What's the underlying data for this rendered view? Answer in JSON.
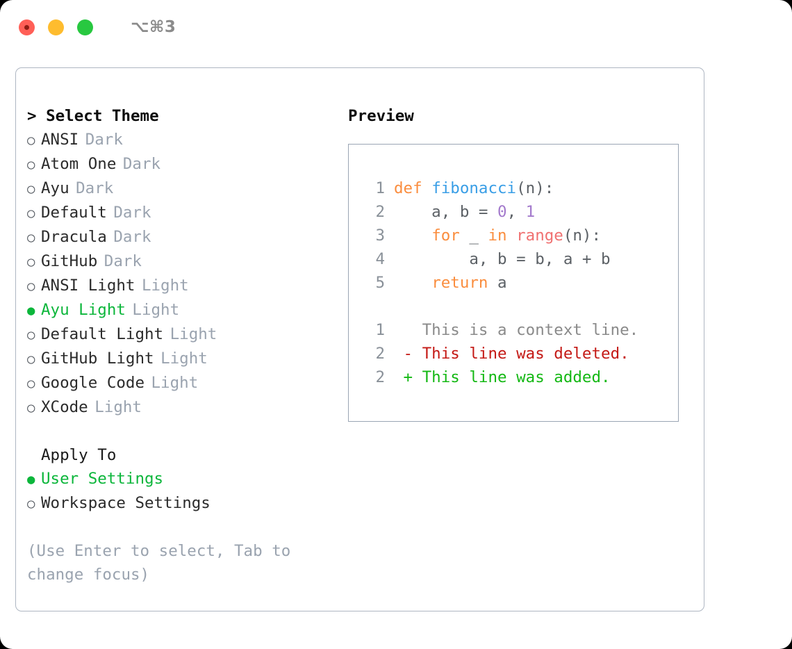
{
  "window": {
    "traffic_lights": [
      "close",
      "minimize",
      "zoom"
    ],
    "shortcut": "⌥⌘3"
  },
  "theme_list": {
    "header": "Select Theme",
    "caret": ">",
    "marker_selected": "●",
    "marker_unselected": "○",
    "items": [
      {
        "label": "ANSI",
        "tag": "Dark",
        "selected": false
      },
      {
        "label": "Atom One",
        "tag": "Dark",
        "selected": false
      },
      {
        "label": "Ayu",
        "tag": "Dark",
        "selected": false
      },
      {
        "label": "Default",
        "tag": "Dark",
        "selected": false
      },
      {
        "label": "Dracula",
        "tag": "Dark",
        "selected": false
      },
      {
        "label": "GitHub",
        "tag": "Dark",
        "selected": false
      },
      {
        "label": "ANSI Light",
        "tag": "Light",
        "selected": false
      },
      {
        "label": "Ayu Light",
        "tag": "Light",
        "selected": true
      },
      {
        "label": "Default Light",
        "tag": "Light",
        "selected": false
      },
      {
        "label": "GitHub Light",
        "tag": "Light",
        "selected": false
      },
      {
        "label": "Google Code",
        "tag": "Light",
        "selected": false
      },
      {
        "label": "XCode",
        "tag": "Light",
        "selected": false
      }
    ]
  },
  "apply_to": {
    "header": "Apply To",
    "items": [
      {
        "label": "User Settings",
        "selected": true
      },
      {
        "label": "Workspace Settings",
        "selected": false
      }
    ]
  },
  "hint": "(Use Enter to select, Tab to change focus)",
  "preview": {
    "header": "Preview",
    "code": [
      {
        "number": "1",
        "tokens": [
          {
            "text": "def ",
            "kind": "kw"
          },
          {
            "text": "fibonacci",
            "kind": "fn"
          },
          {
            "text": "(n):",
            "kind": "pln"
          }
        ]
      },
      {
        "number": "2",
        "tokens": [
          {
            "text": "    a, b = ",
            "kind": "pln"
          },
          {
            "text": "0",
            "kind": "num"
          },
          {
            "text": ", ",
            "kind": "pln"
          },
          {
            "text": "1",
            "kind": "num"
          }
        ]
      },
      {
        "number": "3",
        "tokens": [
          {
            "text": "    ",
            "kind": "pln"
          },
          {
            "text": "for",
            "kind": "kw"
          },
          {
            "text": " _ ",
            "kind": "pln"
          },
          {
            "text": "in",
            "kind": "kw"
          },
          {
            "text": " ",
            "kind": "pln"
          },
          {
            "text": "range",
            "kind": "call"
          },
          {
            "text": "(n):",
            "kind": "pln"
          }
        ]
      },
      {
        "number": "4",
        "tokens": [
          {
            "text": "        a, b = b, a + b",
            "kind": "pln"
          }
        ]
      },
      {
        "number": "5",
        "tokens": [
          {
            "text": "    ",
            "kind": "pln"
          },
          {
            "text": "return",
            "kind": "kw"
          },
          {
            "text": " a",
            "kind": "pln"
          }
        ]
      }
    ],
    "diff": [
      {
        "number": "1",
        "sign": " ",
        "text": "This is a context line.",
        "kind": "ctx"
      },
      {
        "number": "2",
        "sign": "-",
        "text": "This line was deleted.",
        "kind": "del"
      },
      {
        "number": "2",
        "sign": "+",
        "text": "This line was added.",
        "kind": "add"
      }
    ]
  },
  "colors": {
    "accent_selected": "#0cb63b",
    "muted_text": "#9aa3af",
    "border": "#aeb6c2",
    "keyword": "#fa8d3e",
    "function": "#399ee6",
    "number": "#a37acc",
    "call": "#f07171",
    "diff_deleted": "#c41a16",
    "diff_added": "#14b814",
    "line_number": "#8a9199"
  }
}
